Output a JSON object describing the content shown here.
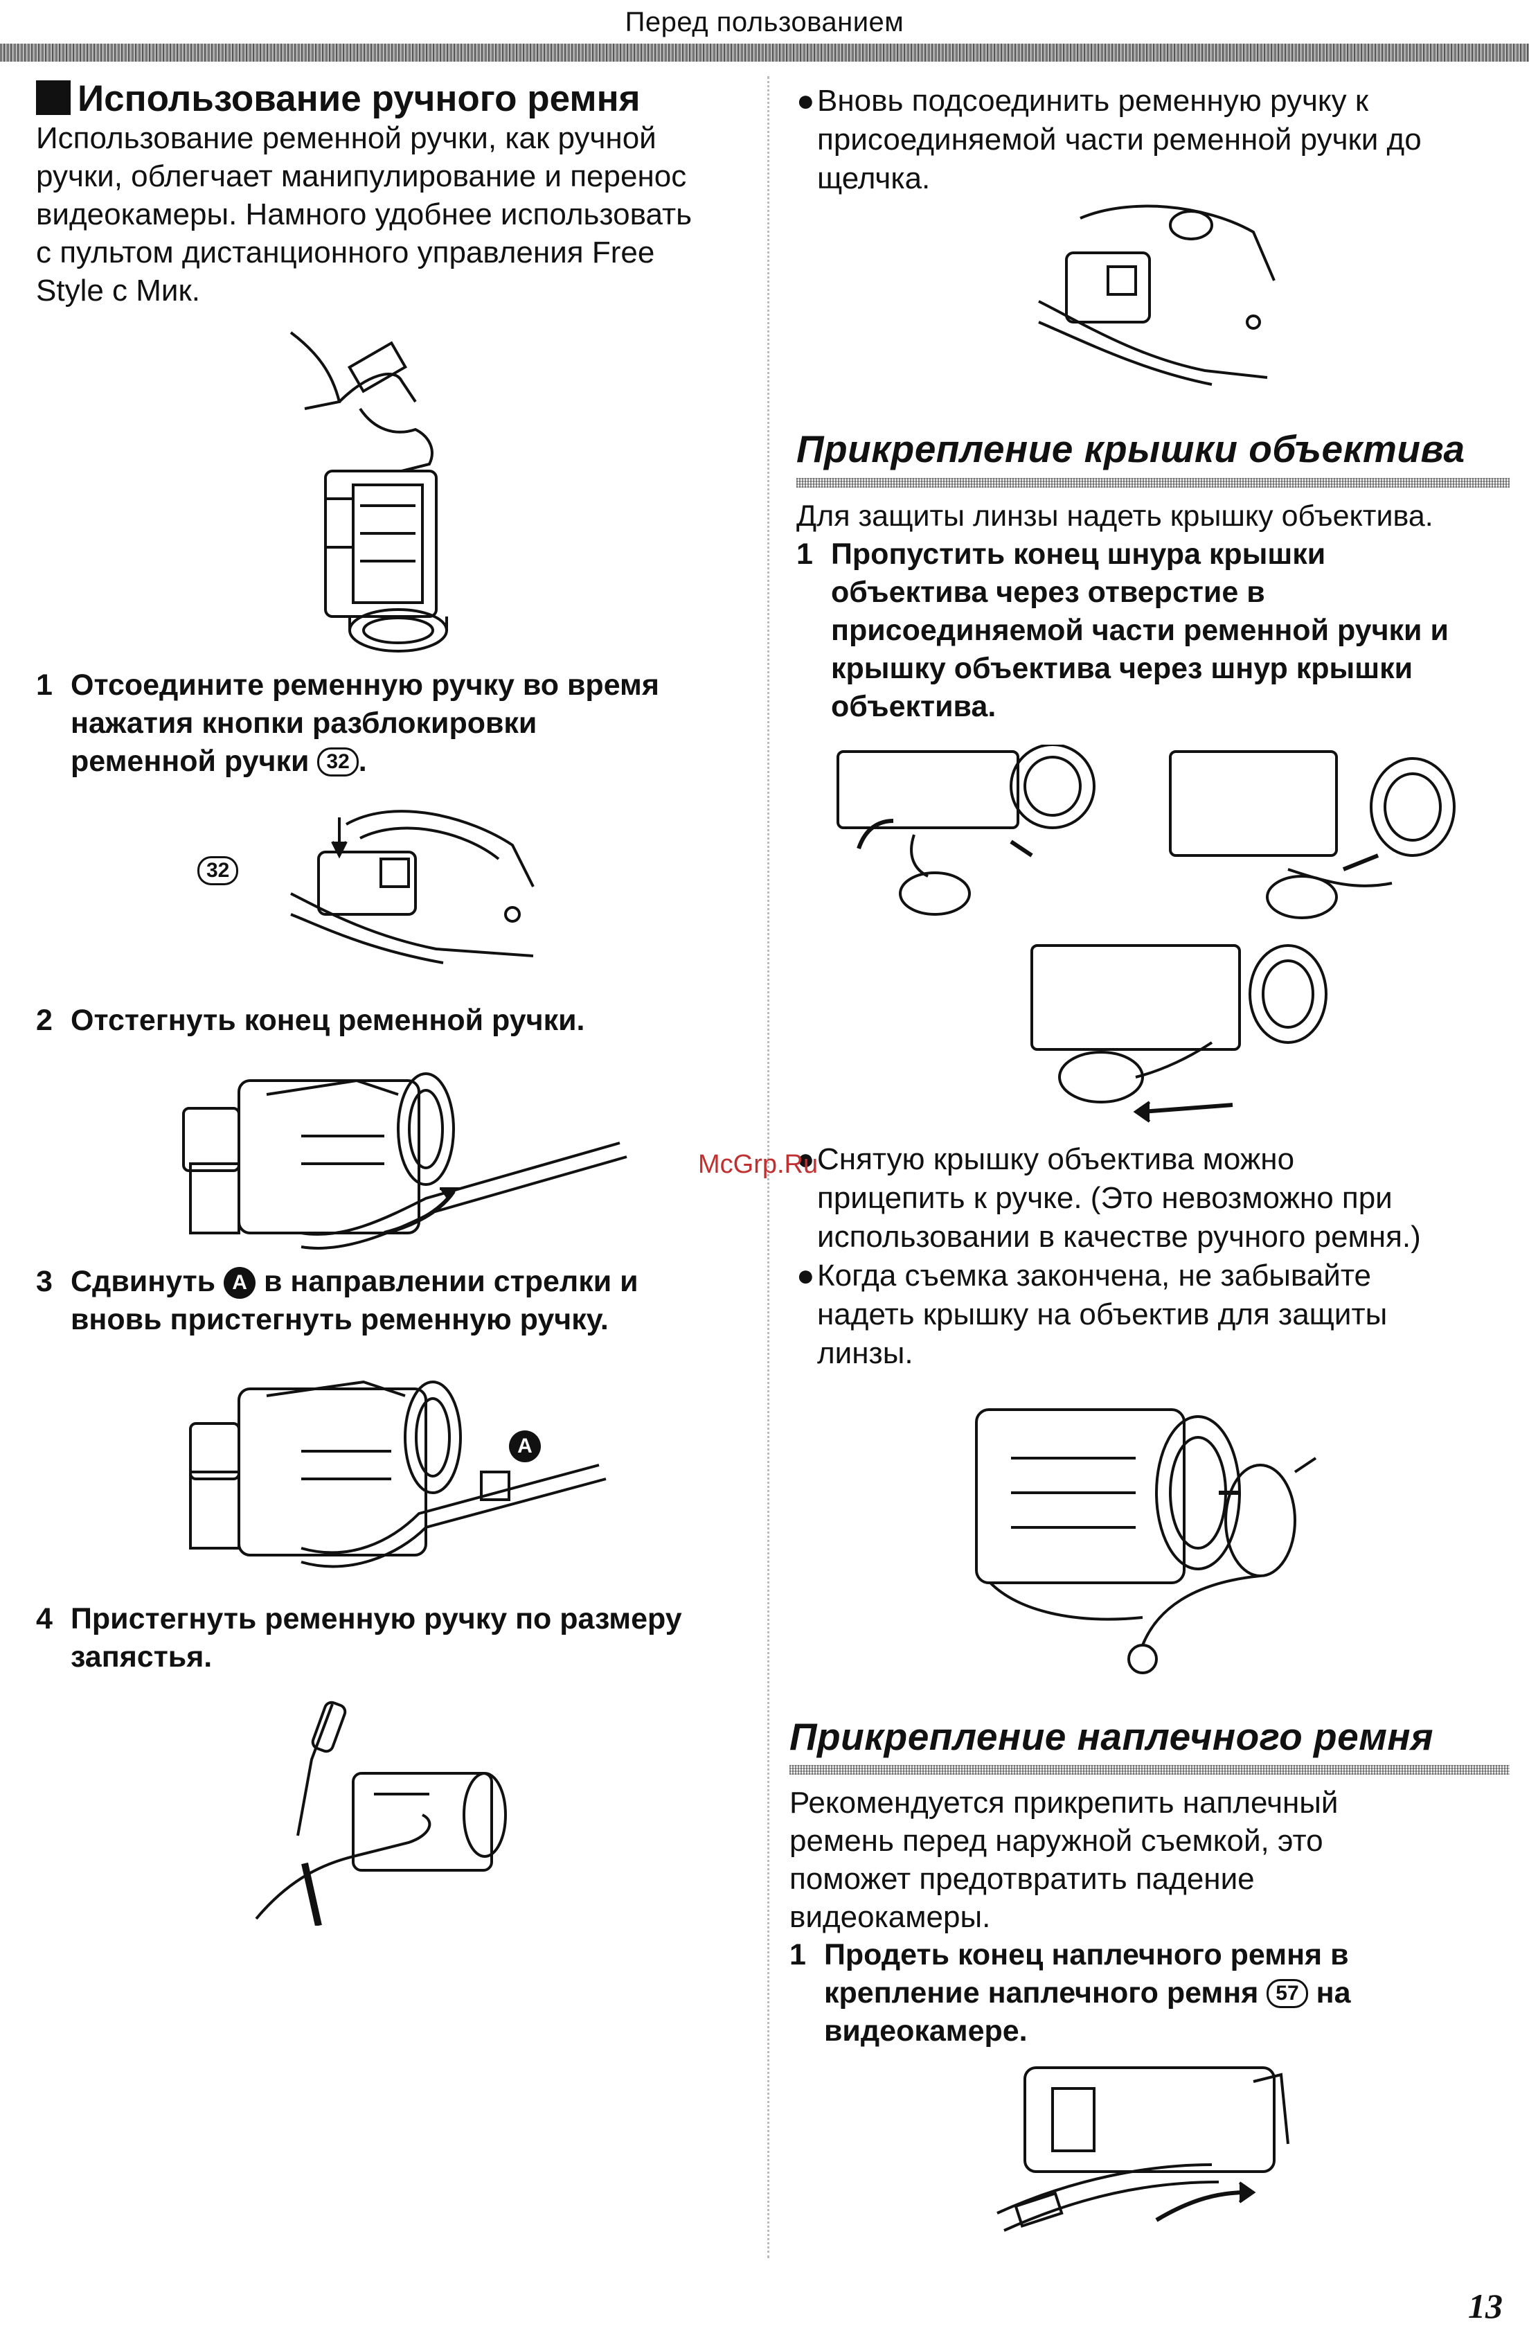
{
  "header": {
    "title": "Перед пользованием"
  },
  "left": {
    "section_title": "Использование ручного ремня",
    "intro_lines": [
      "Использование ременной ручки, как ручной",
      "ручки, облегчает манипулирование и перенос",
      "видеокамеры. Намного удобнее использовать",
      "с пультом дистанционного управления Free",
      "Style с Мик."
    ],
    "steps": [
      {
        "num": "1",
        "lines": [
          "Отсоедините ременную ручку во время",
          "нажатия кнопки разблокировки",
          "ременной ручки"
        ],
        "ref": "32",
        "tail": "."
      },
      {
        "num": "2",
        "lines": [
          "Отстегнуть конец ременной ручки."
        ]
      },
      {
        "num": "3",
        "pre": "Сдвинуть",
        "label": "A",
        "post": "в направлении стрелки и",
        "line2": "вновь пристегнуть ременную ручку."
      },
      {
        "num": "4",
        "lines": [
          "Пристегнуть ременную ручку по размеру",
          "запястья."
        ]
      }
    ],
    "figure_ref": "32",
    "figure_label": "A"
  },
  "right": {
    "bullet_top": [
      "Вновь подсоединить ременную ручку к",
      "присоединяемой части ременной ручки до",
      "щелчка."
    ],
    "lens_cap": {
      "title": "Прикрепление крышки объектива",
      "intro": "Для защиты линзы надеть крышку объектива.",
      "step1": {
        "num": "1",
        "lines": [
          "Пропустить конец шнура крышки",
          "объектива через отверстие в",
          "присоединяемой части ременной ручки и",
          "крышку объектива через шнур крышки",
          "объектива."
        ]
      },
      "bullets": [
        [
          "Снятую крышку объектива можно",
          "прицепить к ручке. (Это невозможно при",
          "использовании в качестве ручного ремня.)"
        ],
        [
          "Когда съемка закончена, не забывайте",
          "надеть крышку на объектив для защиты",
          "линзы."
        ]
      ]
    },
    "shoulder": {
      "title": "Прикрепление наплечного ремня",
      "intro": [
        "Рекомендуется прикрепить наплечный",
        "ремень перед наружной съемкой, это",
        "поможет предотвратить падение",
        "видеокамеры."
      ],
      "step1": {
        "num": "1",
        "l1": "Продеть конец наплечного ремня в",
        "l2a": "крепление наплечного ремня",
        "ref": "57",
        "l2b": "на",
        "l3": "видеокамере."
      }
    }
  },
  "watermark": "McGrp.Ru",
  "page_number": "13"
}
